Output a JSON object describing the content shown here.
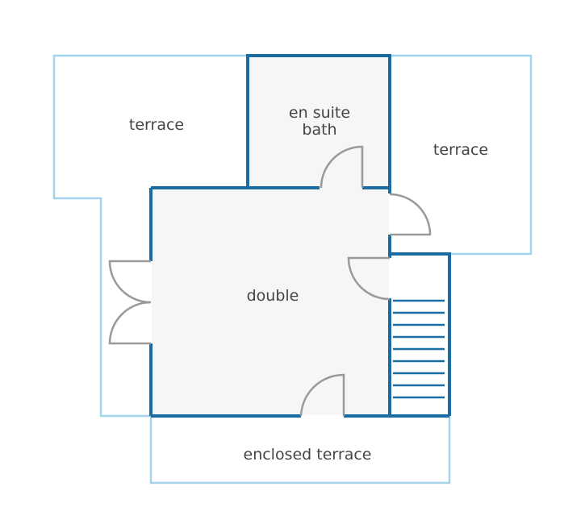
{
  "colors": {
    "exterior_outline": "#a3d2ec",
    "interior_wall": "#1a6ca3",
    "room_fill": "#f6f6f6",
    "door": "#9a9a9a",
    "stairs": "#1a6ca3",
    "label": "#444444"
  },
  "labels": {
    "terrace_left": "terrace",
    "ensuite_line1": "en suite",
    "ensuite_line2": "bath",
    "terrace_right": "terrace",
    "double": "double",
    "enclosed_terrace": "enclosed terrace"
  },
  "icons": {
    "stairs": "stairs-icon",
    "door": "door-swing-icon"
  }
}
